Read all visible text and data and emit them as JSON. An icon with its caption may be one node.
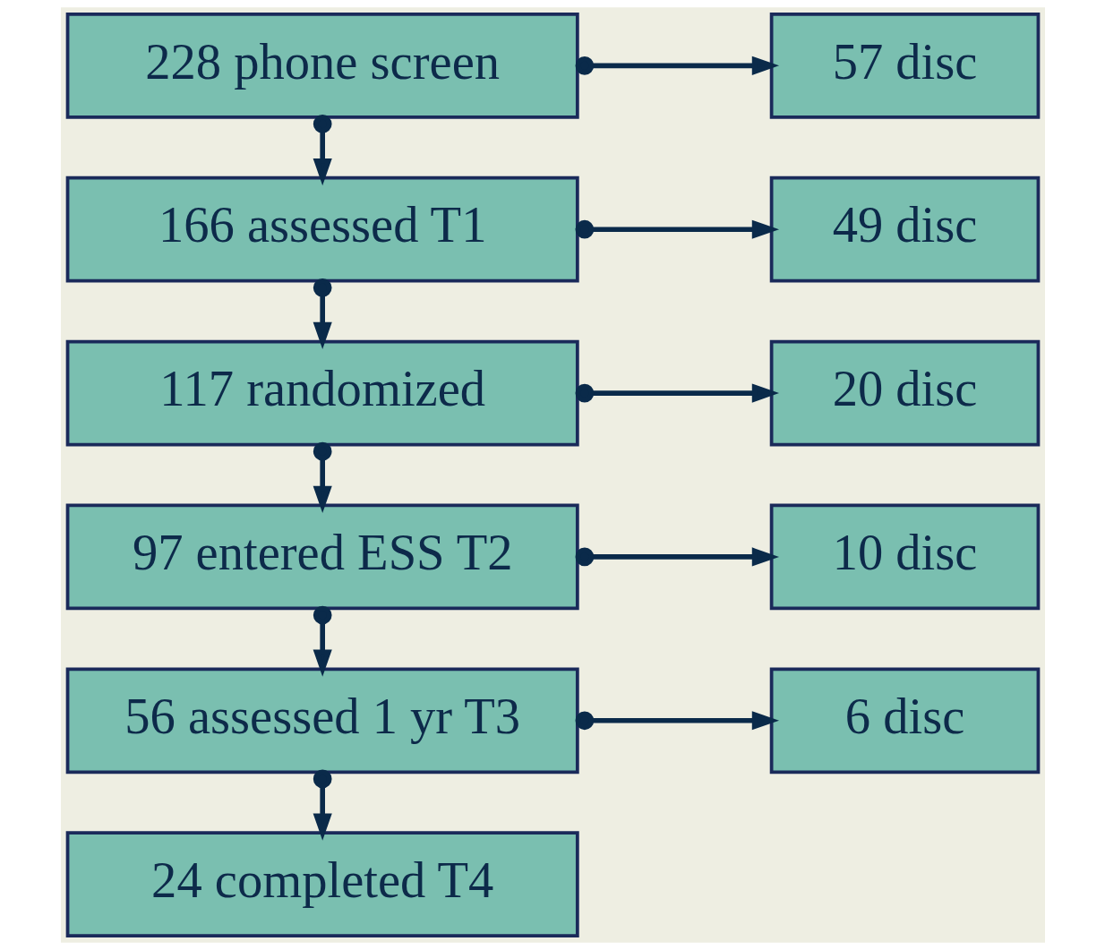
{
  "diagram": {
    "nodes": [
      {
        "text": [
          "228 phone screen"
        ]
      },
      {
        "text": [
          "57 disc"
        ]
      },
      {
        "text": [
          "166 assessed T1"
        ]
      },
      {
        "text": [
          "49 disc"
        ]
      },
      {
        "text": [
          "117 randomized"
        ]
      },
      {
        "text": [
          "20 disc"
        ]
      },
      {
        "text": [
          "97 entered ESS T2"
        ]
      },
      {
        "text": [
          "10 disc"
        ]
      },
      {
        "text": [
          "56 assessed 1 yr T3"
        ]
      },
      {
        "text": [
          "6 disc"
        ]
      },
      {
        "text": [
          "24 completed T4"
        ]
      }
    ],
    "edges": [
      {
        "from": 0,
        "to": 1,
        "arrow": "to"
      },
      {
        "from": 0,
        "to": 2,
        "arrow": "to"
      },
      {
        "from": 2,
        "to": 3,
        "arrow": "to"
      },
      {
        "from": 2,
        "to": 4,
        "arrow": "to"
      },
      {
        "from": 4,
        "to": 5,
        "arrow": "to"
      },
      {
        "from": 4,
        "to": 6,
        "arrow": "to"
      },
      {
        "from": 6,
        "to": 7,
        "arrow": "to"
      },
      {
        "from": 6,
        "to": 8,
        "arrow": "to"
      },
      {
        "from": 8,
        "to": 9,
        "arrow": "to"
      },
      {
        "from": 8,
        "to": 10,
        "arrow": "to"
      }
    ]
  }
}
